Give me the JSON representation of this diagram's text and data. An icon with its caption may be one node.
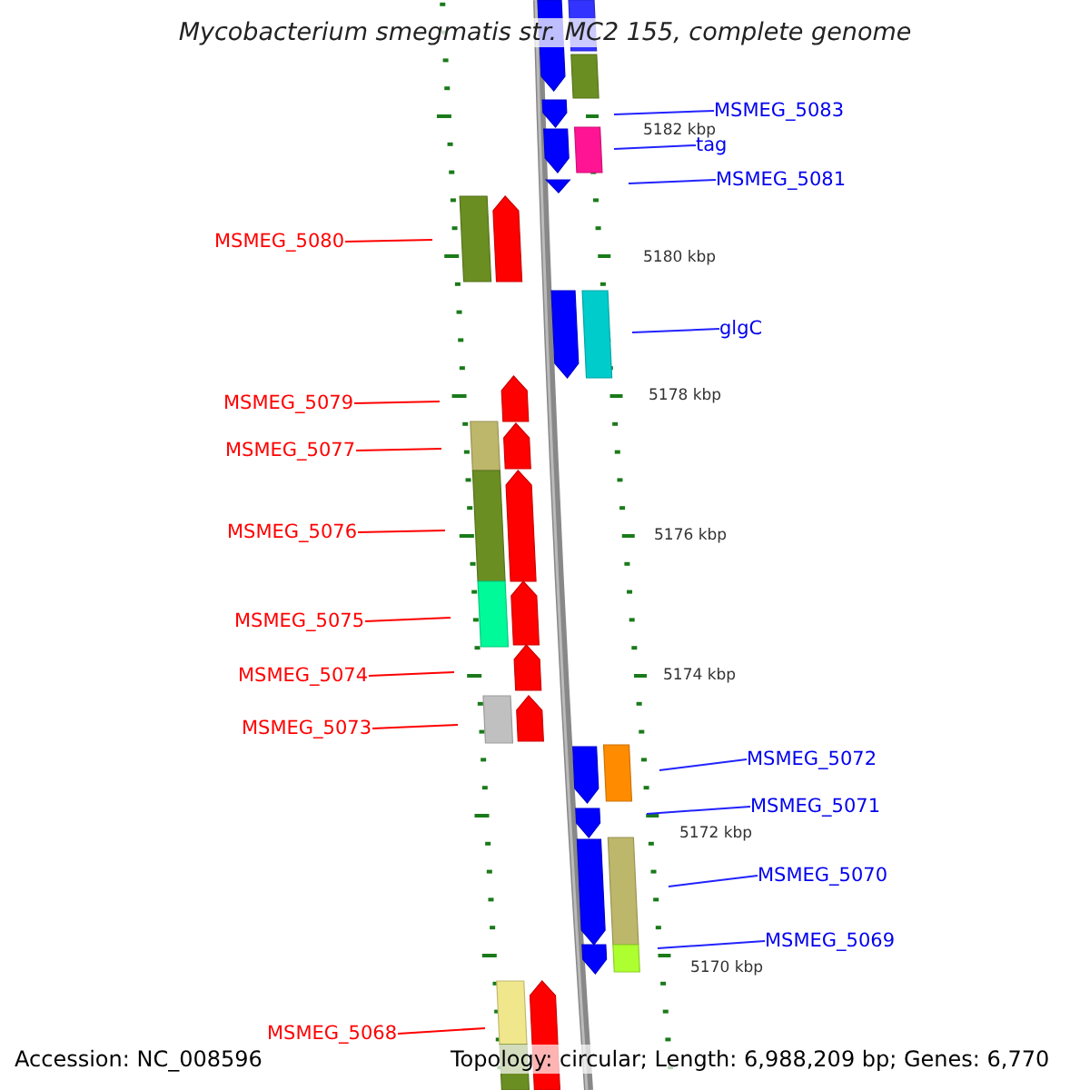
{
  "diagram": {
    "title": "Mycobacterium smegmatis str. MC2 155, complete genome",
    "nodes": [
      {
        "text": [
          "MSMEG_5083"
        ]
      },
      {
        "text": [
          "tag"
        ]
      },
      {
        "text": [
          "MSMEG_5081"
        ]
      },
      {
        "text": [
          "MSMEG_5080"
        ]
      },
      {
        "text": [
          "glgC"
        ]
      },
      {
        "text": [
          "MSMEG_5079"
        ]
      },
      {
        "text": [
          "MSMEG_5077"
        ]
      },
      {
        "text": [
          "MSMEG_5076"
        ]
      },
      {
        "text": [
          "MSMEG_5075"
        ]
      },
      {
        "text": [
          "MSMEG_5074"
        ]
      },
      {
        "text": [
          "MSMEG_5073"
        ]
      },
      {
        "text": [
          "MSMEG_5072"
        ]
      },
      {
        "text": [
          "MSMEG_5071"
        ]
      },
      {
        "text": [
          "MSMEG_5070"
        ]
      },
      {
        "text": [
          "MSMEG_5069"
        ]
      },
      {
        "text": [
          "MSMEG_5068"
        ]
      }
    ],
    "edges": [
      {
        "from": 0,
        "to": null,
        "arrow": "none"
      },
      {
        "from": 1,
        "to": null,
        "arrow": "none"
      },
      {
        "from": 2,
        "to": null,
        "arrow": "none"
      },
      {
        "from": 3,
        "to": null,
        "arrow": "none",
        "color": "#ff0000"
      },
      {
        "from": 4,
        "to": null,
        "arrow": "none"
      },
      {
        "from": 5,
        "to": null,
        "arrow": "none",
        "color": "#ff0000"
      },
      {
        "from": 6,
        "to": null,
        "arrow": "none",
        "color": "#ff0000"
      },
      {
        "from": 7,
        "to": null,
        "arrow": "none",
        "color": "#ff0000"
      },
      {
        "from": 8,
        "to": null,
        "arrow": "none",
        "color": "#ff0000"
      },
      {
        "from": 9,
        "to": null,
        "arrow": "none",
        "color": "#ff0000"
      },
      {
        "from": 10,
        "to": null,
        "arrow": "none",
        "color": "#ff0000"
      },
      {
        "from": 11,
        "to": null,
        "arrow": "none"
      },
      {
        "from": 12,
        "to": null,
        "arrow": "none"
      },
      {
        "from": 13,
        "to": null,
        "arrow": "none"
      },
      {
        "from": 14,
        "to": null,
        "arrow": "none"
      },
      {
        "from": 15,
        "to": null,
        "arrow": "none",
        "color": "#ff0000"
      }
    ],
    "labels": [
      "5182 kbp",
      "5180 kbp",
      "5178 kbp",
      "5176 kbp",
      "5174 kbp",
      "5172 kbp",
      "5170 kbp",
      "Accession: NC_008596",
      "Topology: circular; Length: 6,988,209 bp; Genes: 6,770"
    ]
  }
}
